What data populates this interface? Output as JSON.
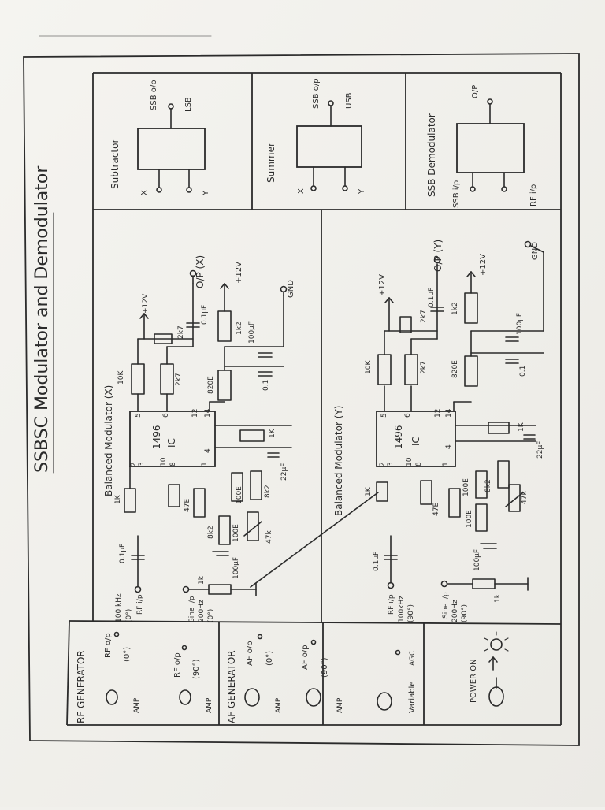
{
  "title": "SSBSC Modulator and Demodulator",
  "subtractor": {
    "name": "Subtractor",
    "out": "SSB o/p",
    "out_lsb": "LSB",
    "x": "X",
    "y": "Y"
  },
  "summer": {
    "name": "Summer",
    "out": "SSB o/p",
    "out_usb": "USB",
    "x": "X",
    "y": "Y"
  },
  "demod": {
    "name": "SSB Demodulator",
    "out": "O/P",
    "in_ssb": "SSB i/p",
    "in_rf": "RF i/p"
  },
  "bm_x": {
    "name": "Balanced Modulator (X)",
    "ic": "1496",
    "ic_short": "IC",
    "out": "O/P (X)",
    "vcc": "+12V",
    "vcc2": "+12V",
    "gnd": "GND",
    "r10k": "10K",
    "r2k7a": "2k7",
    "r2k7b": "2k7",
    "r1k2": "1k2",
    "r820": "820E",
    "c100": "100µF",
    "c01": "0.1",
    "c01u": "0.1µF",
    "r1k": "1K",
    "r100e": "100E",
    "r8k2": "8k2",
    "c22": "22µF",
    "r47k": "47k",
    "r100e2": "100E",
    "r8k2b": "8k2",
    "r47e": "47E",
    "r1k_in": "1K",
    "c100u": "100µF",
    "r1k_pot": "1k",
    "rf_in": "RF i/p",
    "rf_freq": "100 kHz",
    "rf_phase": "(0°)",
    "sine_in": "Sine i/p",
    "sine_freq": "200Hz",
    "sine_phase": "(0°)",
    "pins": [
      "1",
      "2",
      "3",
      "4",
      "5",
      "6",
      "8",
      "10",
      "12",
      "14"
    ]
  },
  "bm_y": {
    "name": "Balanced Modulator (Y)",
    "ic": "1496",
    "ic_short": "IC",
    "out": "O/P (Y)",
    "vcc": "+12V",
    "vcc2": "+12V",
    "gnd": "GND",
    "r10k": "10K",
    "r2k7a": "2k7",
    "r2k7b": "2k7",
    "r1k2": "1k2",
    "r820": "820E",
    "c100": "100µF",
    "c01": "0.1",
    "c01u": "0.1µF",
    "r1k": "1K",
    "r100e": "100E",
    "r8k2": "8k2",
    "c22": "22µF",
    "r47k": "47k",
    "r100e2": "100E",
    "r47e": "47E",
    "r1k_in": "1K",
    "c100u": "100µF",
    "r1k_pot": "1k",
    "rf_in": "RF i/p",
    "rf_freq": "100kHz",
    "rf_phase": "(90°)",
    "sine_in": "Sine i/p",
    "sine_freq": "200Hz",
    "sine_phase": "(90°)",
    "pins": [
      "1",
      "2",
      "3",
      "4",
      "5",
      "6",
      "8",
      "10",
      "12",
      "14"
    ]
  },
  "rf_gen": {
    "name": "RF GENERATOR",
    "o1": "RF o/p",
    "o1_phase": "(0°)",
    "o2": "RF o/p",
    "o2_phase": "(90°)",
    "amp1": "AMP",
    "amp2": "AMP"
  },
  "af_gen": {
    "name": "AF GENERATOR",
    "o1": "AF o/p",
    "o1_phase": "(0°)",
    "o2": "AF o/p",
    "o2_phase": "(90°)",
    "amp1": "AMP",
    "amp2": "AMP"
  },
  "variable": {
    "name": "Variable",
    "agc": "AGC"
  },
  "power": {
    "label": "POWER ON"
  }
}
